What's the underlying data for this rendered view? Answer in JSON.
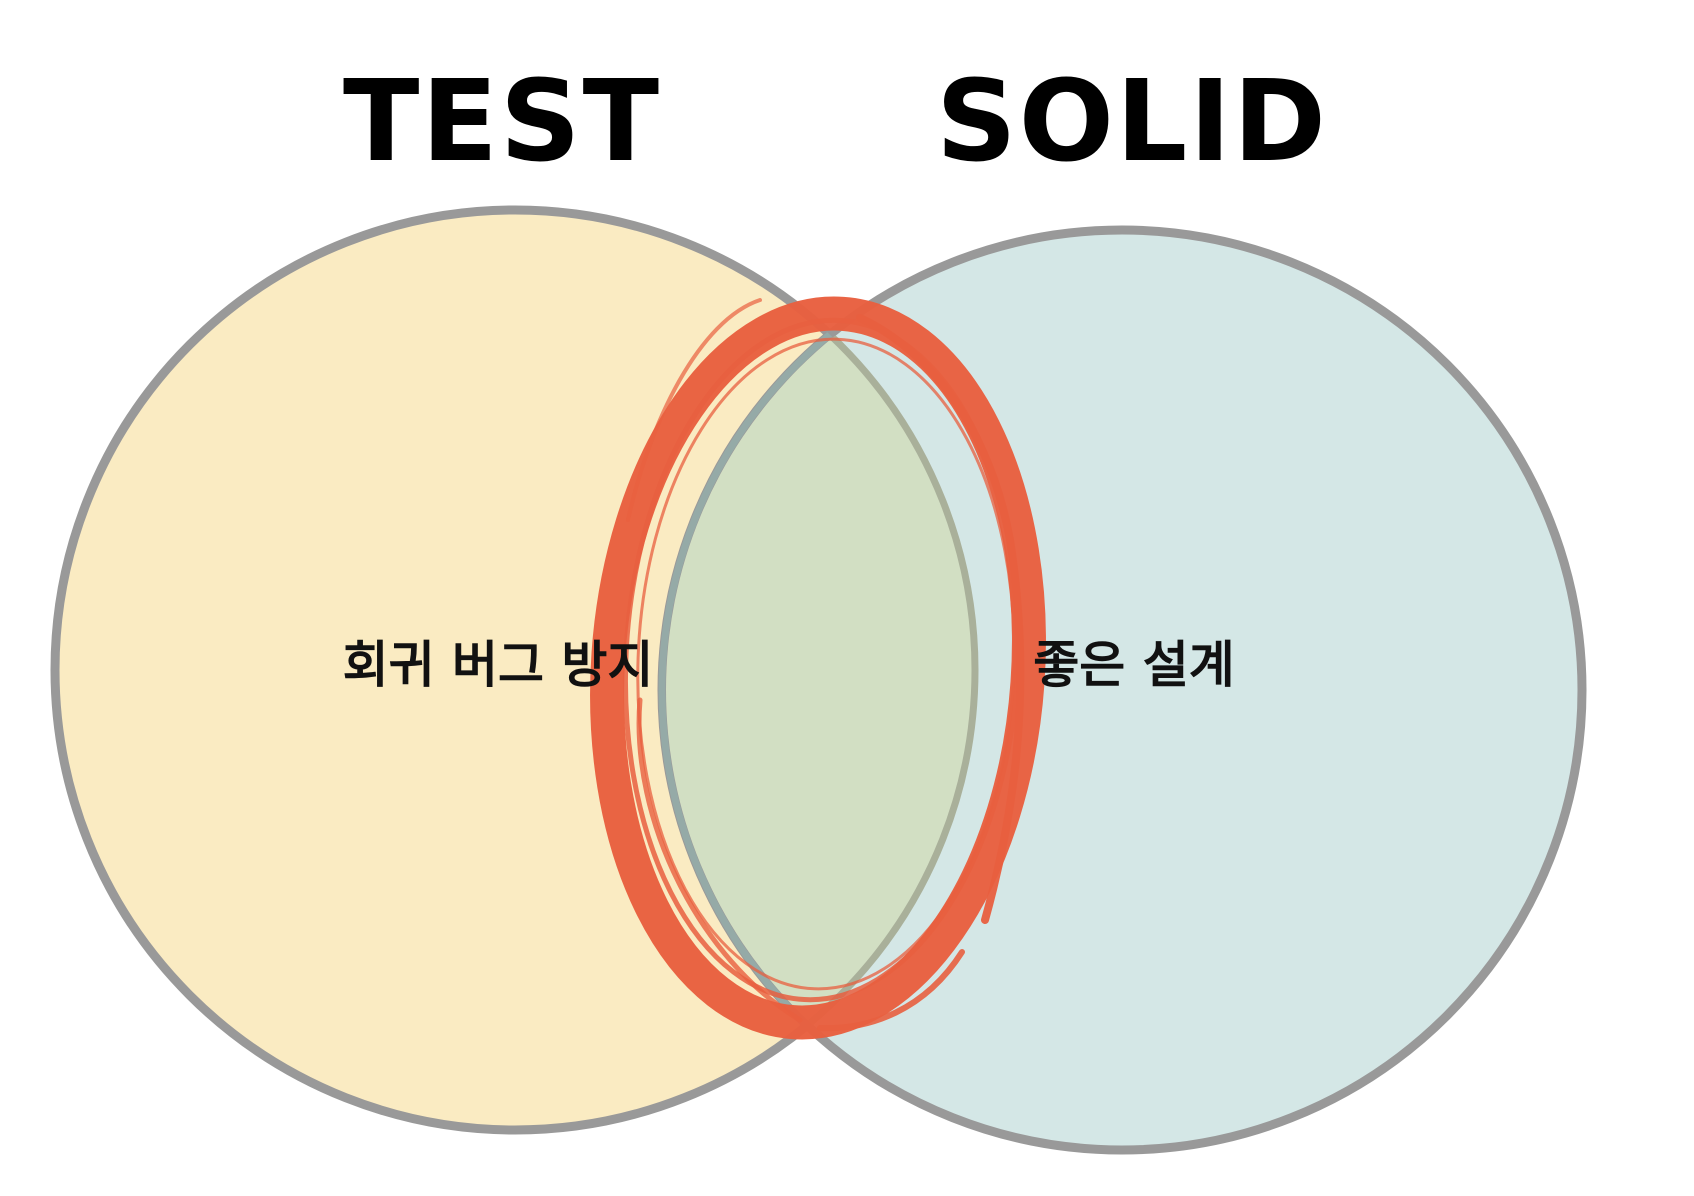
{
  "sets": {
    "left": {
      "title": "TEST",
      "label": "회귀 버그 방지",
      "fill": "#faebc2"
    },
    "right": {
      "title": "SOLID",
      "label": "좋은 설계",
      "fill": "#d4e7e6"
    }
  },
  "overlap_fill": "#d2dfc3",
  "circle_stroke": "#999999",
  "highlight_color": "#e85f3f"
}
